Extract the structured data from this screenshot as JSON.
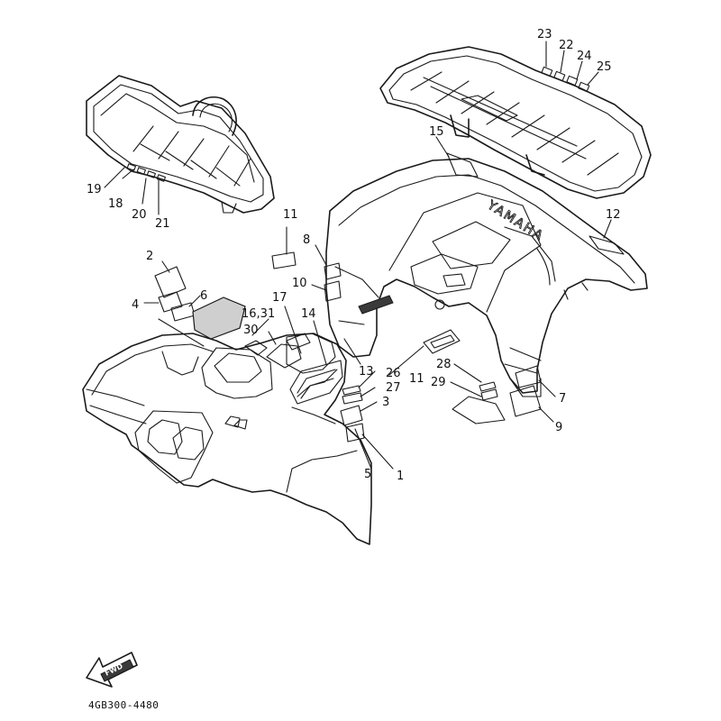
{
  "diagram": {
    "drawing_code": "4GB300-4480",
    "fwd_label": "FWD",
    "brand_emboss": "YAMAHA",
    "callouts": [
      "1",
      "2",
      "3",
      "4",
      "5",
      "6",
      "7",
      "8",
      "9",
      "10",
      "11",
      "11",
      "12",
      "13",
      "14",
      "15",
      "16,31",
      "17",
      "18",
      "19",
      "20",
      "21",
      "22",
      "23",
      "24",
      "25",
      "26",
      "27",
      "28",
      "29",
      "30"
    ]
  }
}
